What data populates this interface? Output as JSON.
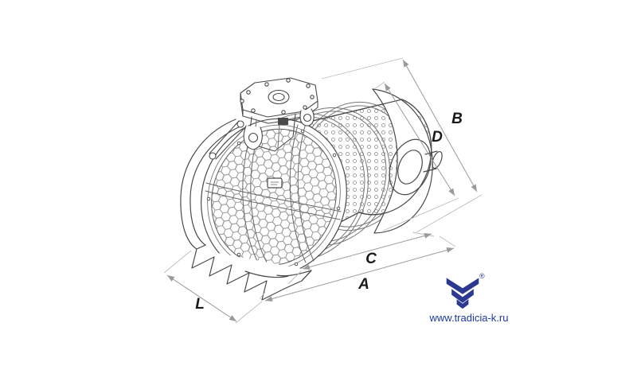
{
  "canvas": {
    "background": "#ffffff"
  },
  "drawing": {
    "stroke_color": "#4a4a4a",
    "dimension_color": "#9a9a9a",
    "label_color": "#1a1a1a",
    "labels": {
      "b": "B",
      "d": "D",
      "c": "C",
      "a": "A",
      "l": "L"
    }
  },
  "watermark": {
    "registered_symbol": "®",
    "url": "www.tradicia-k.ru",
    "brand_color": "#2b3990",
    "url_color": "#1d3aa5"
  }
}
